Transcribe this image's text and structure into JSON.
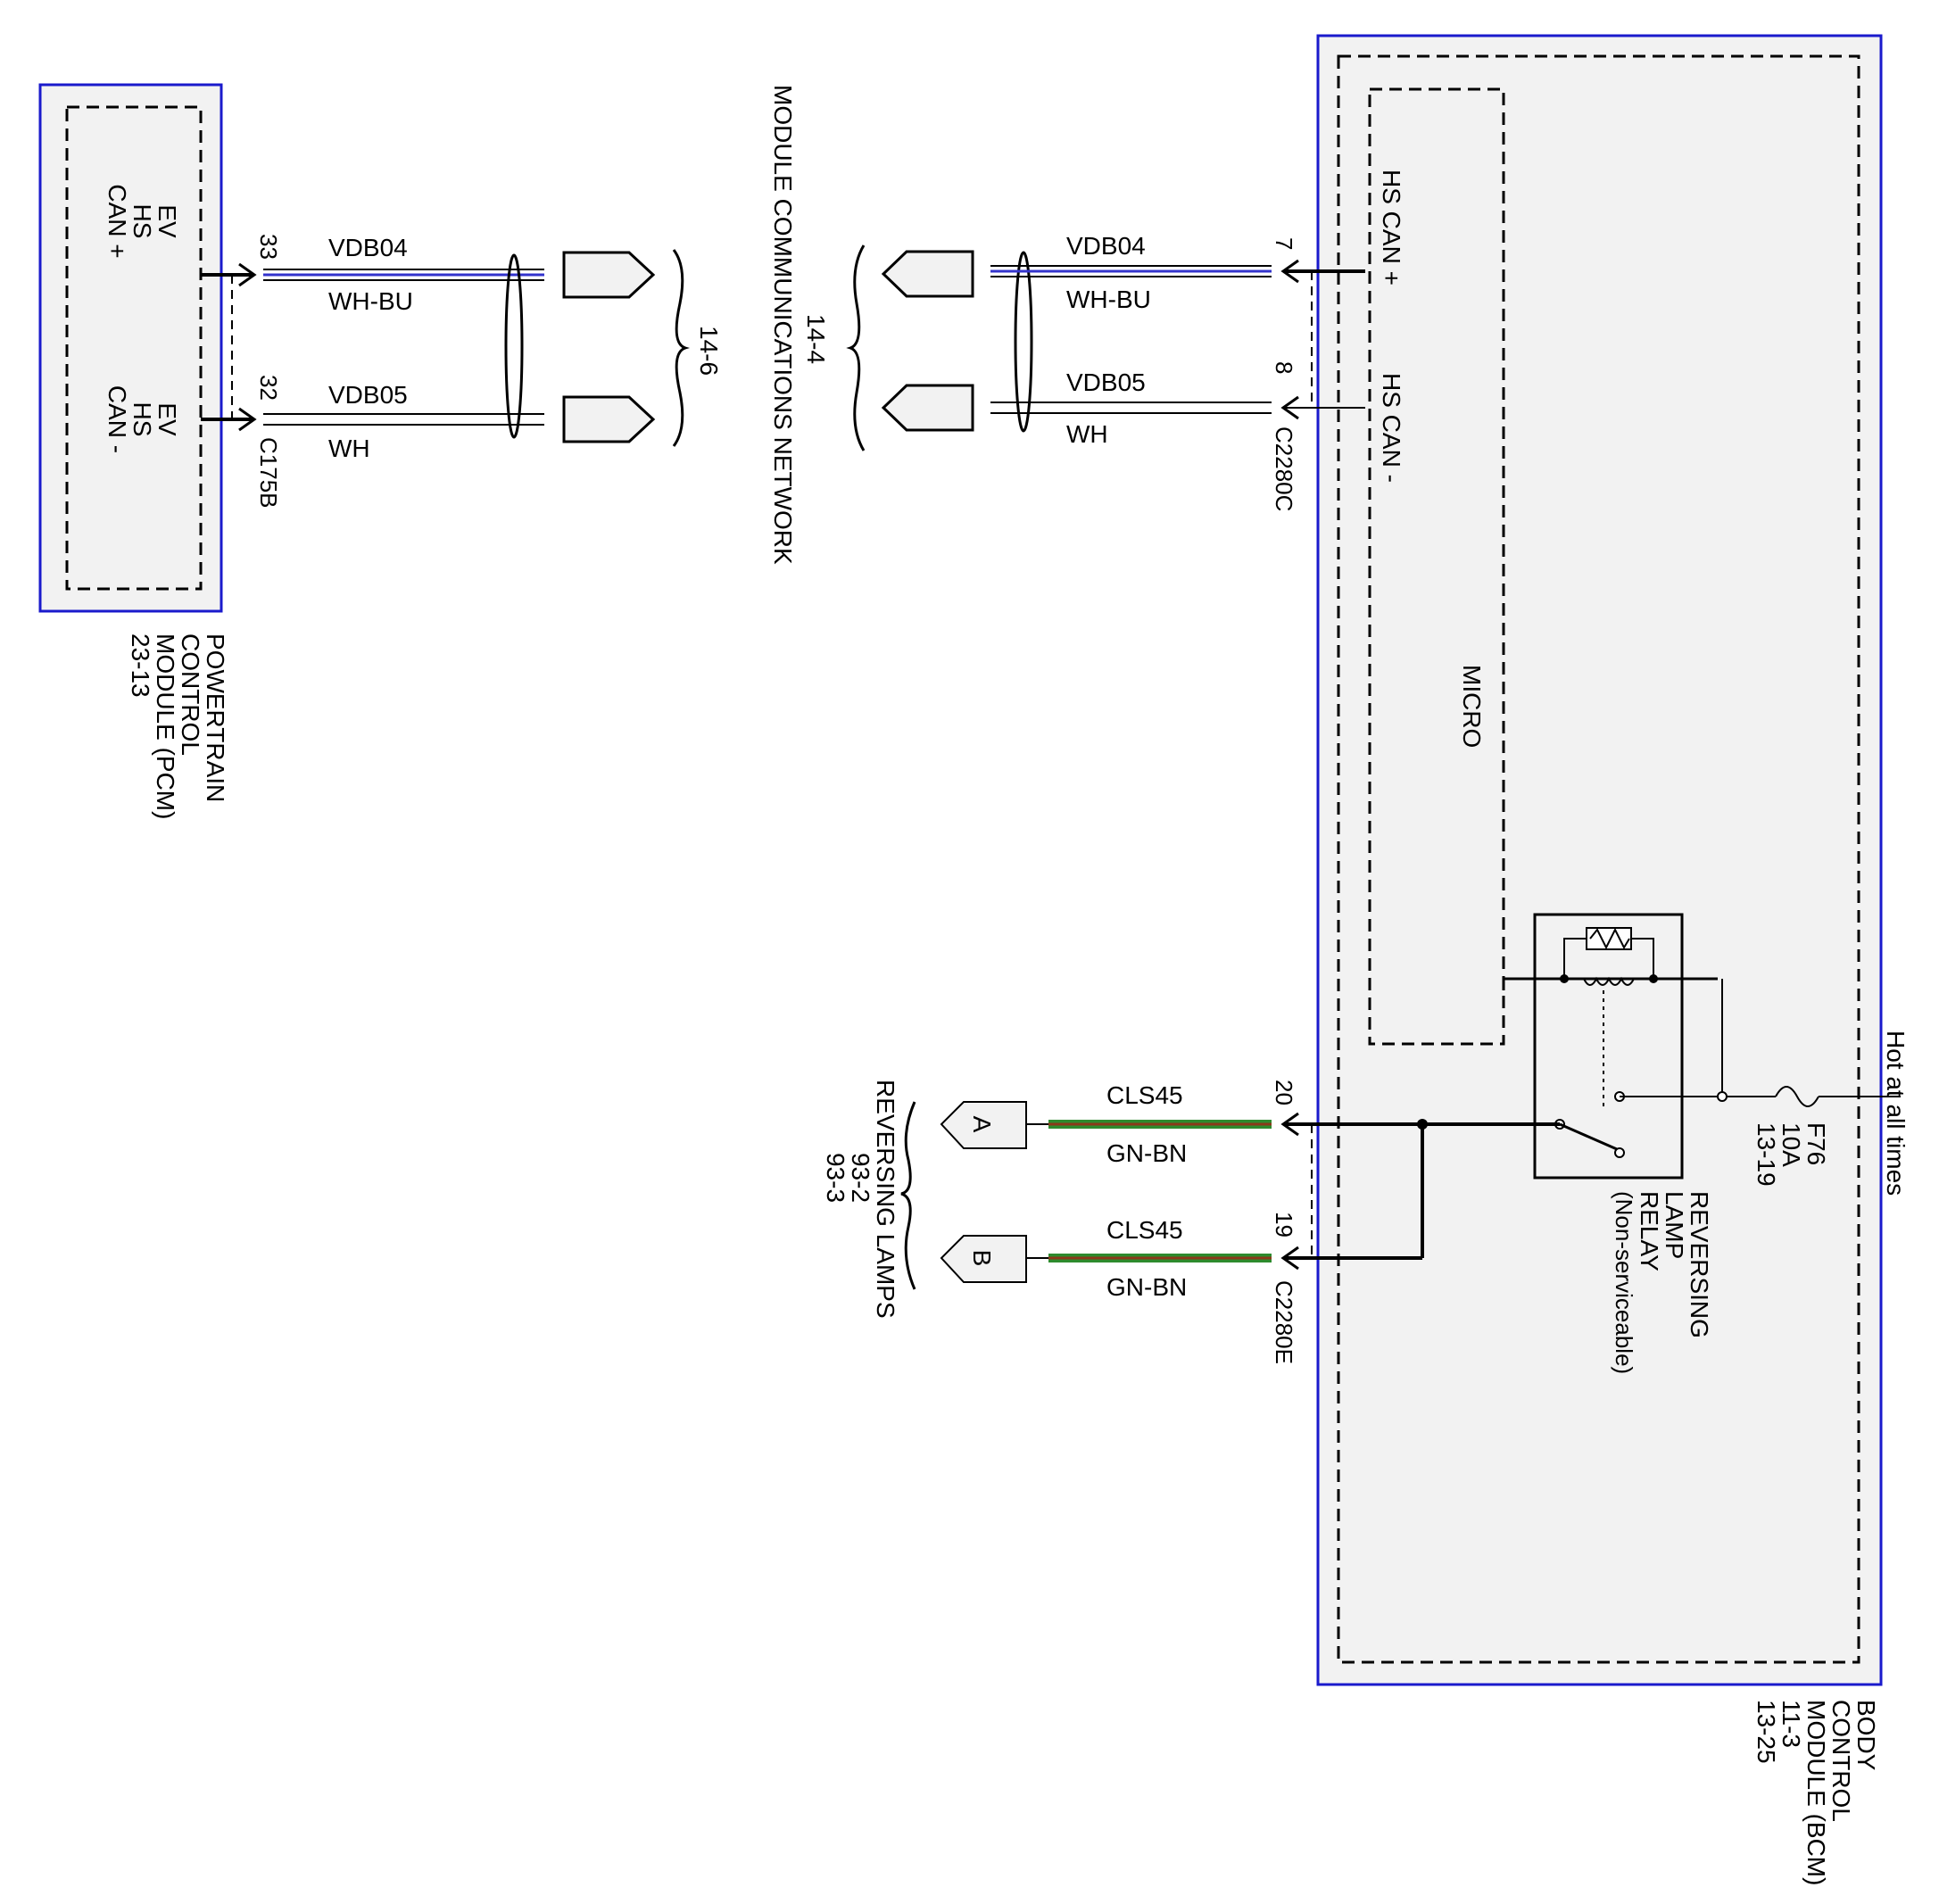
{
  "pcm": {
    "title_lines": [
      "POWERTRAIN",
      "CONTROL",
      "MODULE (PCM)",
      "23-13"
    ],
    "pin_can_plus": [
      "EV",
      "HS",
      "CAN +"
    ],
    "pin_can_minus": [
      "EV",
      "HS",
      "CAN -"
    ],
    "connector": "C175B",
    "pins": {
      "can_plus": "33",
      "can_minus": "32"
    }
  },
  "pcm_wires": {
    "can_plus": {
      "circuit": "VDB04",
      "color": "WH-BU"
    },
    "can_minus": {
      "circuit": "VDB05",
      "color": "WH"
    }
  },
  "network": {
    "title": "MODULE COMMUNICATIONS NETWORK",
    "ref_left": "14-6",
    "ref_right": "14-4"
  },
  "bcm_wires": {
    "can_plus": {
      "circuit": "VDB04",
      "color": "WH-BU",
      "pin": "7"
    },
    "can_minus": {
      "circuit": "VDB05",
      "color": "WH",
      "pin": "8"
    },
    "connector": "C2280C"
  },
  "bcm": {
    "title_lines": [
      "BODY",
      "CONTROL",
      "MODULE (BCM)",
      "11-3",
      "13-25"
    ],
    "can_plus_label": "HS CAN +",
    "can_minus_label": "HS CAN -",
    "micro_label": "MICRO",
    "relay_lines": [
      "REVERSING",
      "LAMP",
      "RELAY",
      "(Non-serviceable)"
    ],
    "fuse_lines": [
      "F76",
      "10A",
      "13-19"
    ],
    "hot_label": "Hot at all times"
  },
  "reversing": {
    "wire_a": {
      "circuit": "CLS45",
      "color": "GN-BN",
      "pin": "20"
    },
    "wire_b": {
      "circuit": "CLS45",
      "color": "GN-BN",
      "pin": "19"
    },
    "connector": "C2280E",
    "tag_a": "A",
    "tag_b": "B",
    "title_lines": [
      "REVERSING LAMPS",
      "93-2",
      "93-3"
    ]
  },
  "colors": {
    "module_border": "#1a1acc",
    "module_fill": "#f2f2f2",
    "can_hi_stripe": "#3333cc",
    "lamp_wire_green": "#2e8b2e",
    "lamp_wire_brown": "#8b3a1a"
  }
}
